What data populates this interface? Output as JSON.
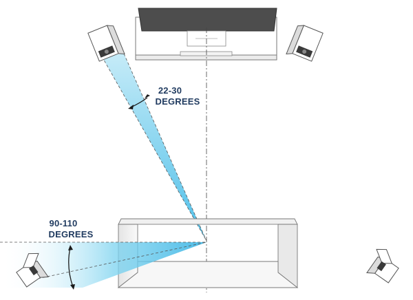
{
  "labels": {
    "front_angle_line1": "22-30",
    "front_angle_line2": "DEGREES",
    "side_angle_line1": "90-110",
    "side_angle_line2": "DEGREES"
  },
  "colors": {
    "beam": "#5cc8ec",
    "label": "#1f3a5f",
    "tv_screen": "#4d4d4d",
    "outline": "#555555",
    "sofa": "#f4f4f4"
  },
  "icons": {
    "speaker": "speaker-icon",
    "tv": "tv-icon",
    "sofa": "sofa-icon"
  }
}
